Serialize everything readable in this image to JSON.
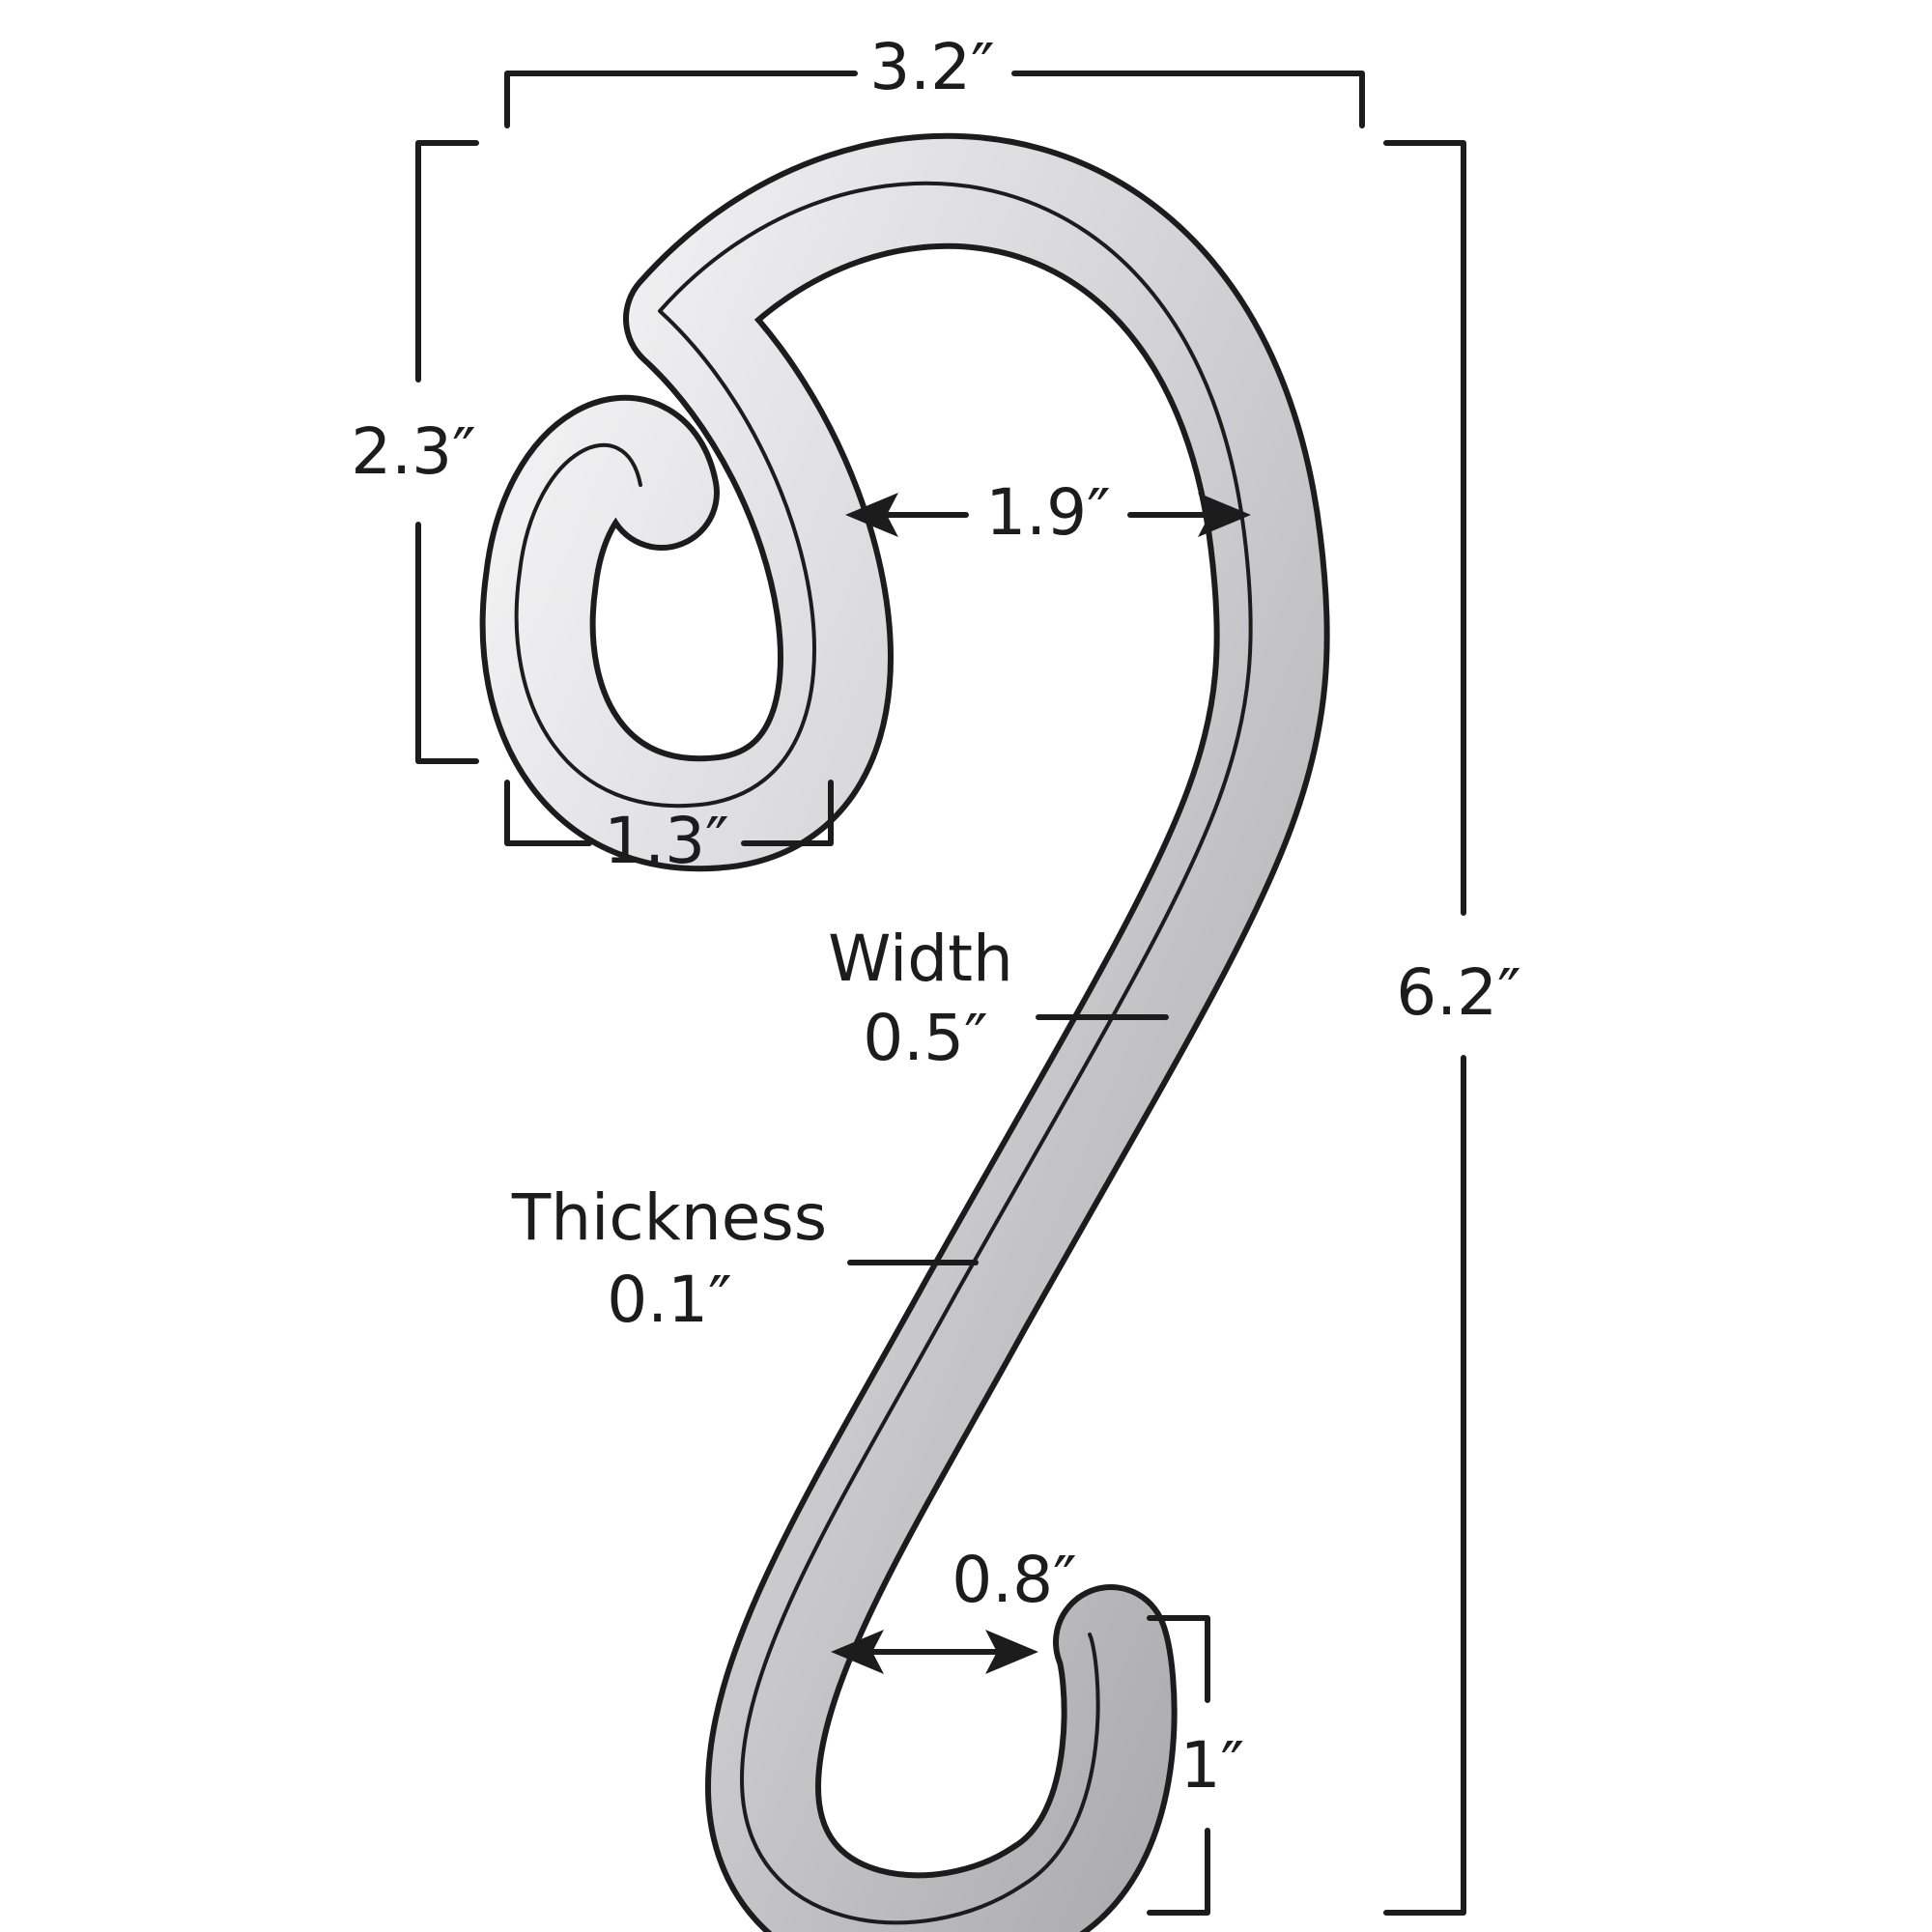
{
  "dimensions": {
    "overall_width": "3.2″",
    "overall_height": "6.2″",
    "top_curl_height": "2.3″",
    "top_curl_width": "1.3″",
    "top_opening": "1.9″",
    "width_label": "Width",
    "width_value": "0.5″",
    "thickness_label": "Thickness",
    "thickness_value": "0.1″",
    "bottom_opening": "0.8″",
    "bottom_curl_height": "1″"
  },
  "colors": {
    "outline": "#1c1c1c",
    "metal_light": "#f4f4f5",
    "metal_mid": "#c9c9cc",
    "metal_dark": "#8e8e93",
    "background": "#ffffff"
  }
}
